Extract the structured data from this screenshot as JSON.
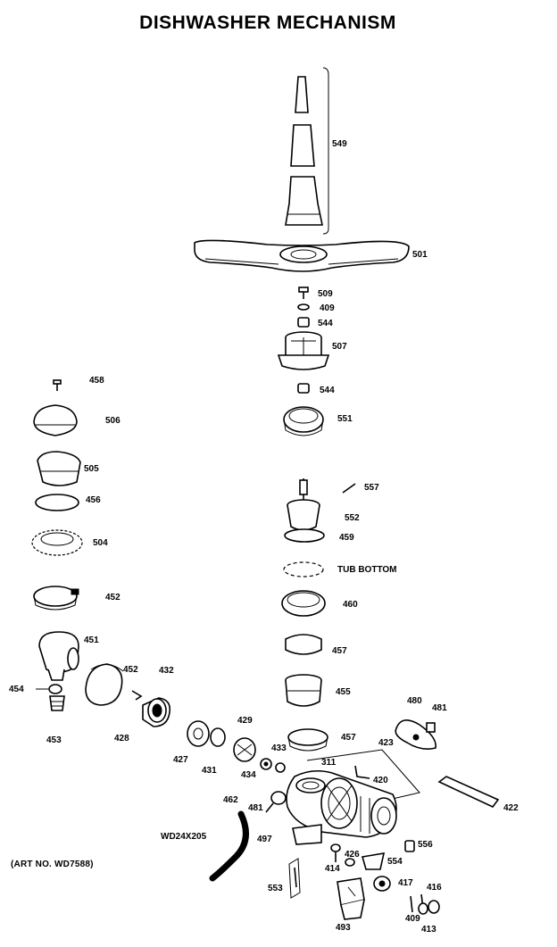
{
  "title": "DISHWASHER MECHANISM",
  "art_number": "(ART NO. WD7588)",
  "labels": {
    "p549": "549",
    "p501": "501",
    "p509": "509",
    "p409a": "409",
    "p544a": "544",
    "p507": "507",
    "p544b": "544",
    "p551": "551",
    "p458": "458",
    "p506": "506",
    "p505": "505",
    "p456": "456",
    "p504": "504",
    "p452a": "452",
    "p451": "451",
    "p452b": "452",
    "p432": "432",
    "p454": "454",
    "p453": "453",
    "p428": "428",
    "p427": "427",
    "p431": "431",
    "p429": "429",
    "p434": "434",
    "p433": "433",
    "p557": "557",
    "p552": "552",
    "p459": "459",
    "tub": "TUB BOTTOM",
    "p460": "460",
    "p457a": "457",
    "p455": "455",
    "p457b": "457",
    "p480": "480",
    "p481a": "481",
    "p423": "423",
    "p311": "311",
    "p420": "420",
    "p422": "422",
    "p462": "462",
    "p481b": "481",
    "wd": "WD24X205",
    "p497": "497",
    "p556": "556",
    "p426": "426",
    "p554": "554",
    "p414": "414",
    "p417": "417",
    "p416": "416",
    "p553": "553",
    "p493": "493",
    "p409b": "409",
    "p413": "413"
  }
}
